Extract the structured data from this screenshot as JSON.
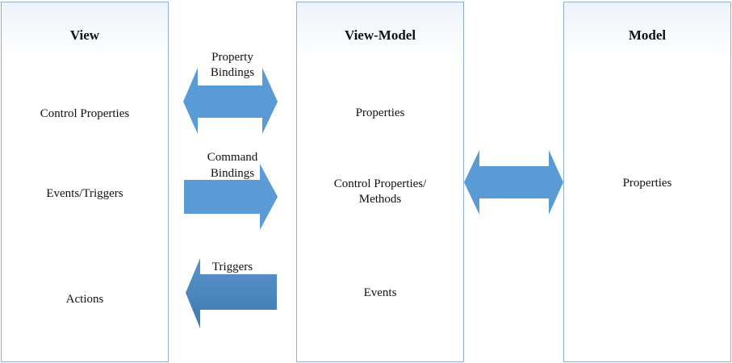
{
  "panels": {
    "view": {
      "title": "View",
      "items": [
        "Control Properties",
        "Events/Triggers",
        "Actions"
      ]
    },
    "view_model": {
      "title": "View-Model",
      "items": [
        "Properties",
        "Control Properties/",
        "Methods",
        "Events"
      ]
    },
    "model": {
      "title": "Model",
      "items": [
        "Properties"
      ]
    }
  },
  "arrows": {
    "property_bindings": {
      "line1": "Property",
      "line2": "Bindings",
      "direction": "both"
    },
    "command_bindings": {
      "line1": "Command",
      "line2": "Bindings",
      "direction": "right"
    },
    "triggers": {
      "label": "Triggers",
      "direction": "left"
    },
    "vm_model": {
      "direction": "both"
    }
  },
  "colors": {
    "arrow_fill": "#5b9bd5",
    "arrow_dark": "#4a86c0",
    "panel_border": "#8fb0d4"
  }
}
